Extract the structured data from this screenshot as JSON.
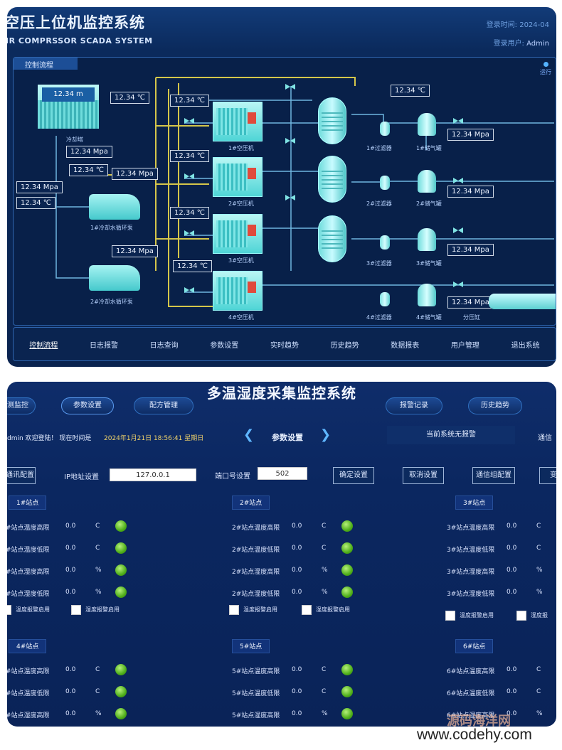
{
  "scada": {
    "title": "空压上位机监控系统",
    "subtitle": "IR COMPRSSOR SCADA SYSTEM",
    "login_time_label": "登录时间:",
    "login_time_value": "2024-04",
    "login_user_label": "登录用户:",
    "login_user_value": "Admin",
    "panel_title": "控制流程",
    "run_status": "运行",
    "values": {
      "tower_level": "12.34 m",
      "tower_temp": "12.34 ℃",
      "tower_press": "12.34 Mpa",
      "tower_temp2": "12.34 ℃",
      "left_press": "12.34 Mpa",
      "left_temp": "12.34 ℃",
      "pump1_press": "12.34 Mpa",
      "pump2_press": "12.34 Mpa",
      "c1_temp": "12.34 ℃",
      "c2_temp": "12.34 ℃",
      "c3_temp": "12.34 ℃",
      "c4_temp": "12.34 ℃",
      "top_temp": "12.34 ℃",
      "g1_press": "12.34 Mpa",
      "g2_press": "12.34 Mpa",
      "g3_press": "12.34 Mpa",
      "g4_press": "12.34 Mpa"
    },
    "labels": {
      "cooling_tower": "冷却塔",
      "pump1": "1#冷却水循环泵",
      "pump2": "2#冷却水循环泵",
      "comp1": "1#空压机",
      "comp2": "2#空压机",
      "comp3": "3#空压机",
      "comp4": "4#空压机",
      "f1": "1#过滤器",
      "f2": "2#过滤器",
      "f3": "3#过滤器",
      "f4": "4#过滤器",
      "g1": "1#储气罐",
      "g2": "2#储气罐",
      "g3": "3#储气罐",
      "g4": "4#储气罐",
      "manifold": "分压缸"
    },
    "menu": [
      "控制流程",
      "日志报警",
      "日志查询",
      "参数设置",
      "实时趋势",
      "历史趋势",
      "数据报表",
      "用户管理",
      "退出系统"
    ]
  },
  "thm": {
    "title": "多温湿度采集监控系统",
    "tab_partial": "测监控",
    "tabs": [
      "参数设置",
      "配方管理",
      "报警记录",
      "历史趋势"
    ],
    "welcome": "dmin 欢迎登陆！ 现在时间是",
    "datetime": "2024年1月21日 18:56:41 星期日",
    "nav_title": "参数设置",
    "prev_icon": "❮",
    "next_icon": "❯",
    "alarm_status": "当前系统无报警",
    "comm_label": "通信",
    "ip_btn": "通讯配置",
    "ip_label": "IP地址设置",
    "ip_value": "127.0.0.1",
    "port_label": "端口号设置",
    "port_value": "502",
    "confirm_btn": "确定设置",
    "cancel_btn": "取消设置",
    "comm_btn": "通信组配置",
    "extra_btn": "变",
    "stations_top": [
      {
        "name": "1#站点",
        "rows": [
          {
            "label": "#站点温度高限",
            "value": "0.0",
            "unit": "C"
          },
          {
            "label": "#站点温度低限",
            "value": "0.0",
            "unit": "C"
          },
          {
            "label": "#站点湿度高限",
            "value": "0.0",
            "unit": "%"
          },
          {
            "label": "#站点湿度低限",
            "value": "0.0",
            "unit": "%"
          }
        ],
        "chk1": "温度报警启用",
        "chk2": "湿度报警启用"
      },
      {
        "name": "2#站点",
        "rows": [
          {
            "label": "2#站点温度高限",
            "value": "0.0",
            "unit": "C"
          },
          {
            "label": "2#站点温度低限",
            "value": "0.0",
            "unit": "C"
          },
          {
            "label": "2#站点湿度高限",
            "value": "0.0",
            "unit": "%"
          },
          {
            "label": "2#站点湿度低限",
            "value": "0.0",
            "unit": "%"
          }
        ],
        "chk1": "温度报警启用",
        "chk2": "湿度报警启用"
      },
      {
        "name": "3#站点",
        "rows": [
          {
            "label": "3#站点温度高限",
            "value": "0.0",
            "unit": "C"
          },
          {
            "label": "3#站点温度低限",
            "value": "0.0",
            "unit": "C"
          },
          {
            "label": "3#站点湿度高限",
            "value": "0.0",
            "unit": "%"
          },
          {
            "label": "3#站点湿度低限",
            "value": "0.0",
            "unit": "%"
          }
        ],
        "chk1": "温度报警启用",
        "chk2": "湿度报"
      }
    ],
    "stations_bottom": [
      {
        "name": "4#站点",
        "rows": [
          {
            "label": "#站点温度高限",
            "value": "0.0",
            "unit": "C"
          },
          {
            "label": "#站点温度低限",
            "value": "0.0",
            "unit": "C"
          },
          {
            "label": "#站点湿度高限",
            "value": "0.0",
            "unit": "%"
          }
        ]
      },
      {
        "name": "5#站点",
        "rows": [
          {
            "label": "5#站点温度高限",
            "value": "0.0",
            "unit": "C"
          },
          {
            "label": "5#站点温度低限",
            "value": "0.0",
            "unit": "C"
          },
          {
            "label": "5#站点湿度高限",
            "value": "0.0",
            "unit": "%"
          }
        ]
      },
      {
        "name": "6#站点",
        "rows": [
          {
            "label": "6#站点温度高限",
            "value": "0.0",
            "unit": "C"
          },
          {
            "label": "6#站点温度低限",
            "value": "0.0",
            "unit": "C"
          },
          {
            "label": "6#站点湿度高限",
            "value": "0.0",
            "unit": "%"
          }
        ]
      }
    ]
  },
  "watermark": {
    "top": "源码海洋网",
    "bottom": "www.codehy.com"
  }
}
